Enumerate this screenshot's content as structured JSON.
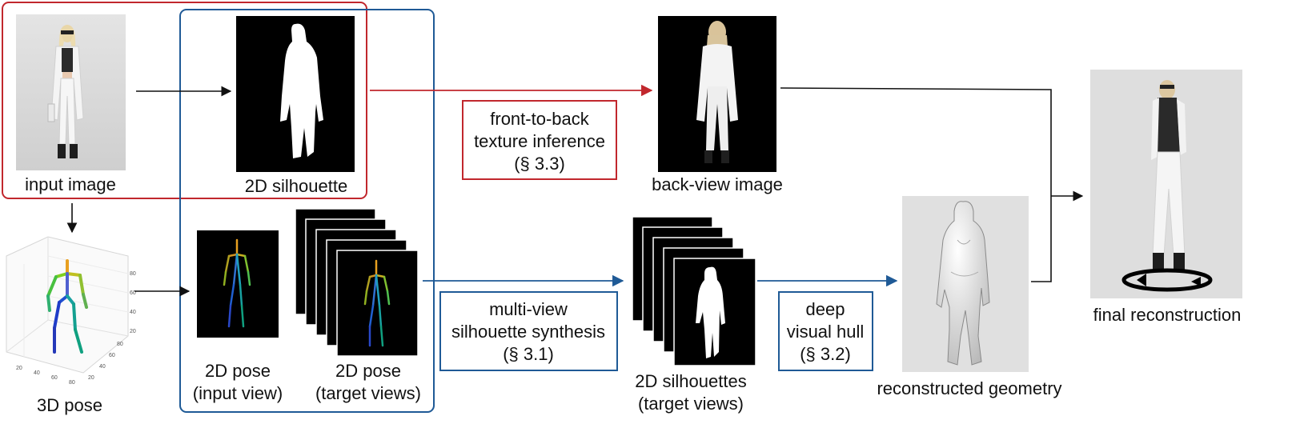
{
  "labels": {
    "input_image": "input image",
    "silhouette_2d": "2D silhouette",
    "back_view_image": "back-view image",
    "pose_3d": "3D pose",
    "pose_2d_input_line1": "2D pose",
    "pose_2d_input_line2": "(input view)",
    "pose_2d_target_line1": "2D pose",
    "pose_2d_target_line2": "(target views)",
    "silhouettes_2d_line1": "2D silhouettes",
    "silhouettes_2d_line2": "(target views)",
    "reconstructed_geometry": "reconstructed geometry",
    "final_reconstruction": "final reconstruction"
  },
  "boxes": {
    "texture": {
      "line1": "front-to-back",
      "line2": "texture inference",
      "line3": "(§ 3.3)"
    },
    "silhouette_synthesis": {
      "line1": "multi-view",
      "line2": "silhouette synthesis",
      "line3": "(§ 3.1)"
    },
    "visual_hull": {
      "line1": "deep",
      "line2": "visual hull",
      "line3": "(§ 3.2)"
    }
  },
  "plot_3d": {
    "y_ticks": [
      "80",
      "60",
      "40",
      "20"
    ],
    "x_ticks": [
      "20",
      "40",
      "60",
      "80"
    ],
    "z_ticks": [
      "20",
      "40",
      "60",
      "80"
    ]
  },
  "colors": {
    "red_path": "#c1272d",
    "blue_path": "#1f5a96",
    "black_arrow": "#111111",
    "photo_bg": "#dcdcdc",
    "skeleton_head": "#e8a020"
  }
}
